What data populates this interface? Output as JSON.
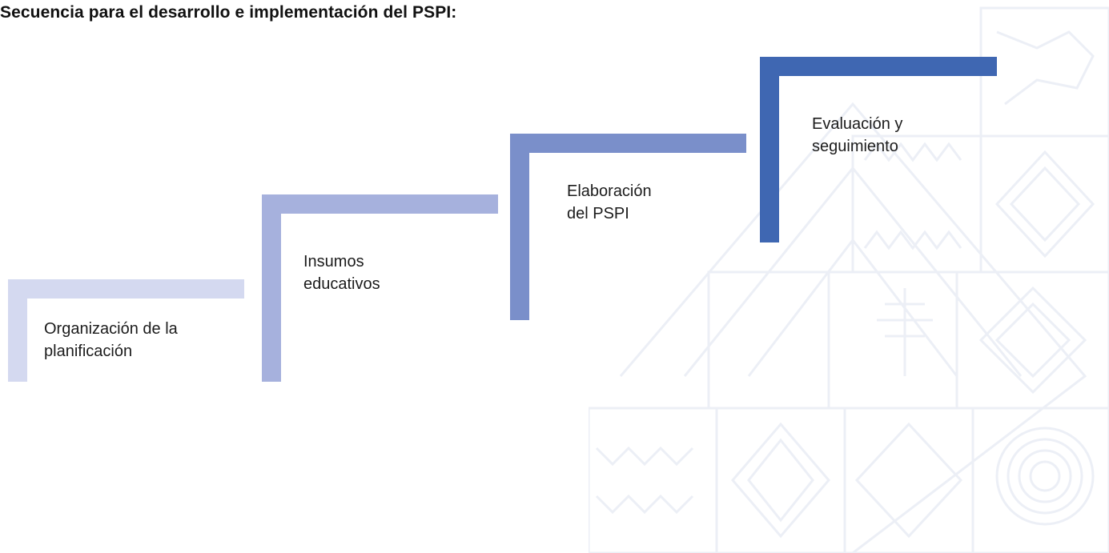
{
  "title": "Secuencia para el desarrollo e implementación del PSPI:",
  "steps": [
    {
      "lines": [
        "Organización de la",
        "planificación"
      ],
      "color": "#d4d9f0"
    },
    {
      "lines": [
        "Insumos",
        "educativos"
      ],
      "color": "#a6b1dd"
    },
    {
      "lines": [
        "Elaboración",
        "del PSPI"
      ],
      "color": "#7a8fca"
    },
    {
      "lines": [
        "Evaluación y",
        "seguimiento"
      ],
      "color": "#3f67b2"
    }
  ],
  "background": {
    "pattern_color": "#eceff6",
    "motif": "andean-textile-pattern"
  }
}
